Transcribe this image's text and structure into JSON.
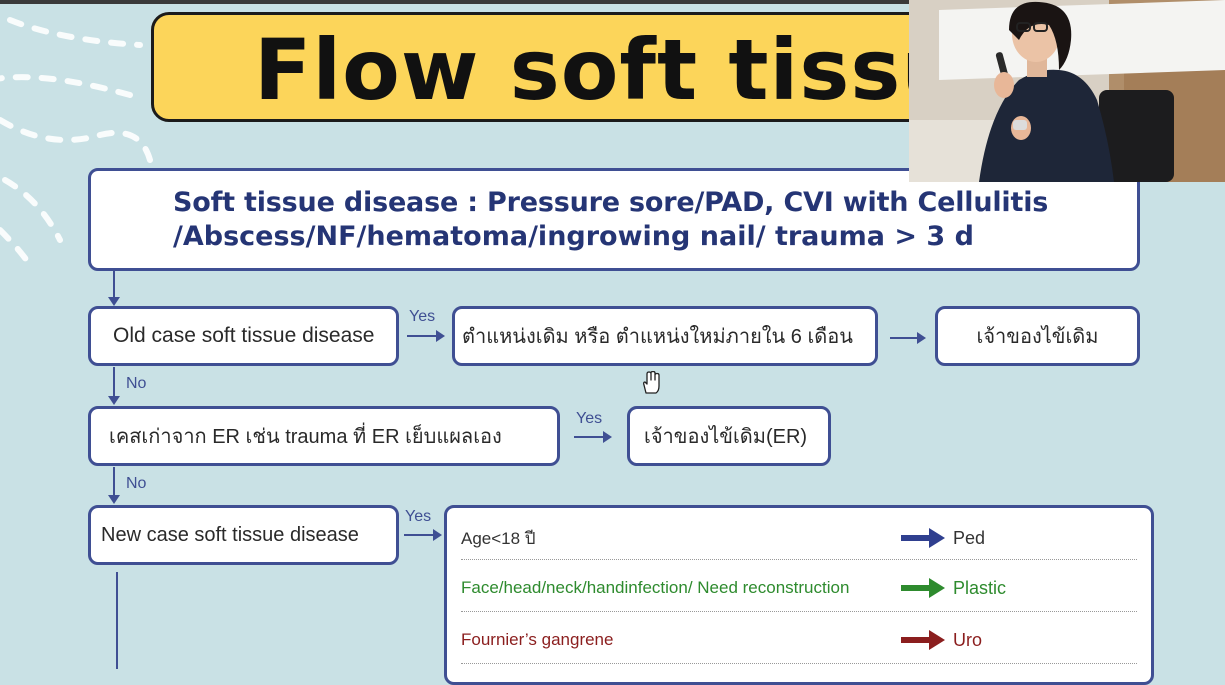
{
  "slide": {
    "title": "Flow soft tissue",
    "header_line1": "Soft tissue disease : Pressure sore/PAD, CVI with Cellulitis",
    "header_line2": "/Abscess/NF/hematoma/ingrowing nail/ trauma > 3 d",
    "step1_label": "Old case soft tissue disease",
    "step1_yes": "Yes",
    "step1_result": "ตำแหน่งเดิม หรือ ตำแหน่งใหม่ภายใน 6 เดือน",
    "step1_final": "เจ้าของไข้เดิม",
    "step1_no": "No",
    "step2_label": "เคสเก่าจาก ER เช่น trauma ที่ ER เย็บแผลเอง",
    "step2_yes": "Yes",
    "step2_result": "เจ้าของไข้เดิม(ER)",
    "step2_no": "No",
    "step3_label": "New case soft tissue disease",
    "step3_yes": "Yes",
    "routes": [
      {
        "condition": "Age<18 ปี",
        "destination": "Ped",
        "color": "#2f3f8f"
      },
      {
        "condition": "Face/head/neck/handinfection/ Need reconstruction",
        "destination": "Plastic",
        "color": "#2e8b2e"
      },
      {
        "condition": "Fournier’s gangrene",
        "destination": "Uro",
        "color": "#8b1e1e"
      }
    ]
  },
  "colors": {
    "background": "#c9e1e5",
    "title_fill": "#fcd55a",
    "flow_border": "#3f4f93",
    "header_text": "#253575"
  },
  "icons": {
    "cursor": "hand-cursor-icon",
    "webcam": "presenter-webcam"
  }
}
